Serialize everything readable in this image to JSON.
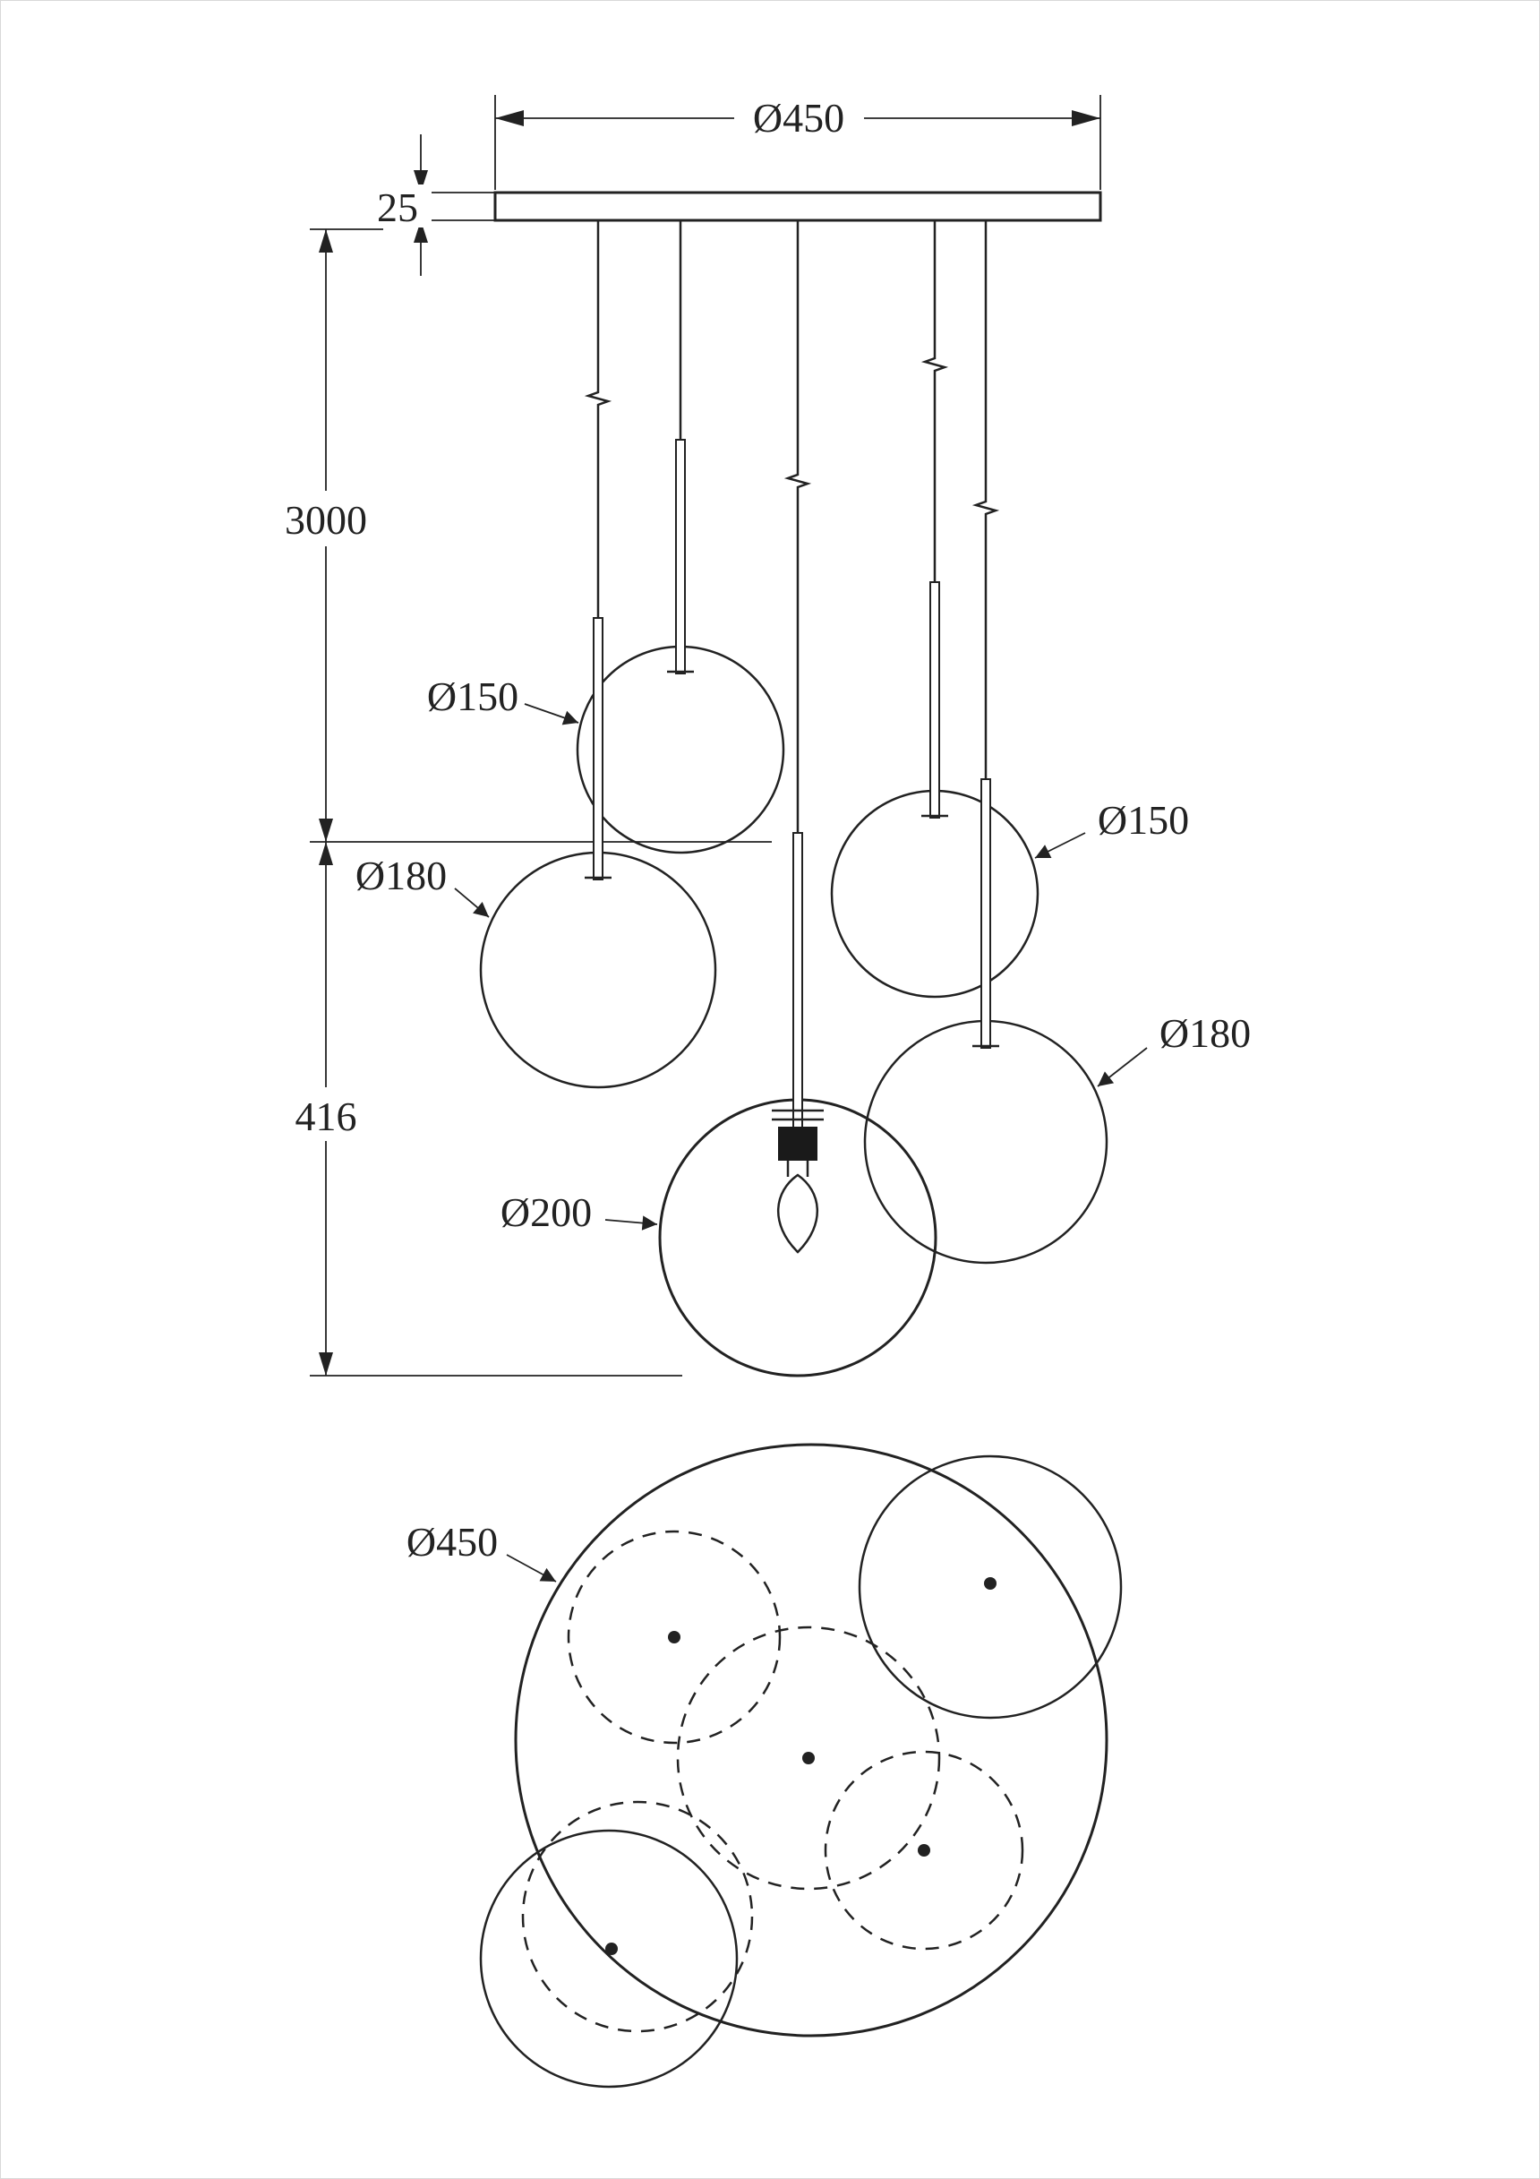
{
  "colors": {
    "line": "#222222",
    "background": "#ffffff"
  },
  "elevation": {
    "dim_canopy_diameter": "Ø450",
    "dim_canopy_thickness": "25",
    "dim_suspension_length": "3000",
    "dim_cluster_height": "416",
    "globe_labels": [
      "Ø150",
      "Ø180",
      "Ø150",
      "Ø180",
      "Ø200"
    ]
  },
  "plan": {
    "dim_base_diameter": "Ø450"
  }
}
